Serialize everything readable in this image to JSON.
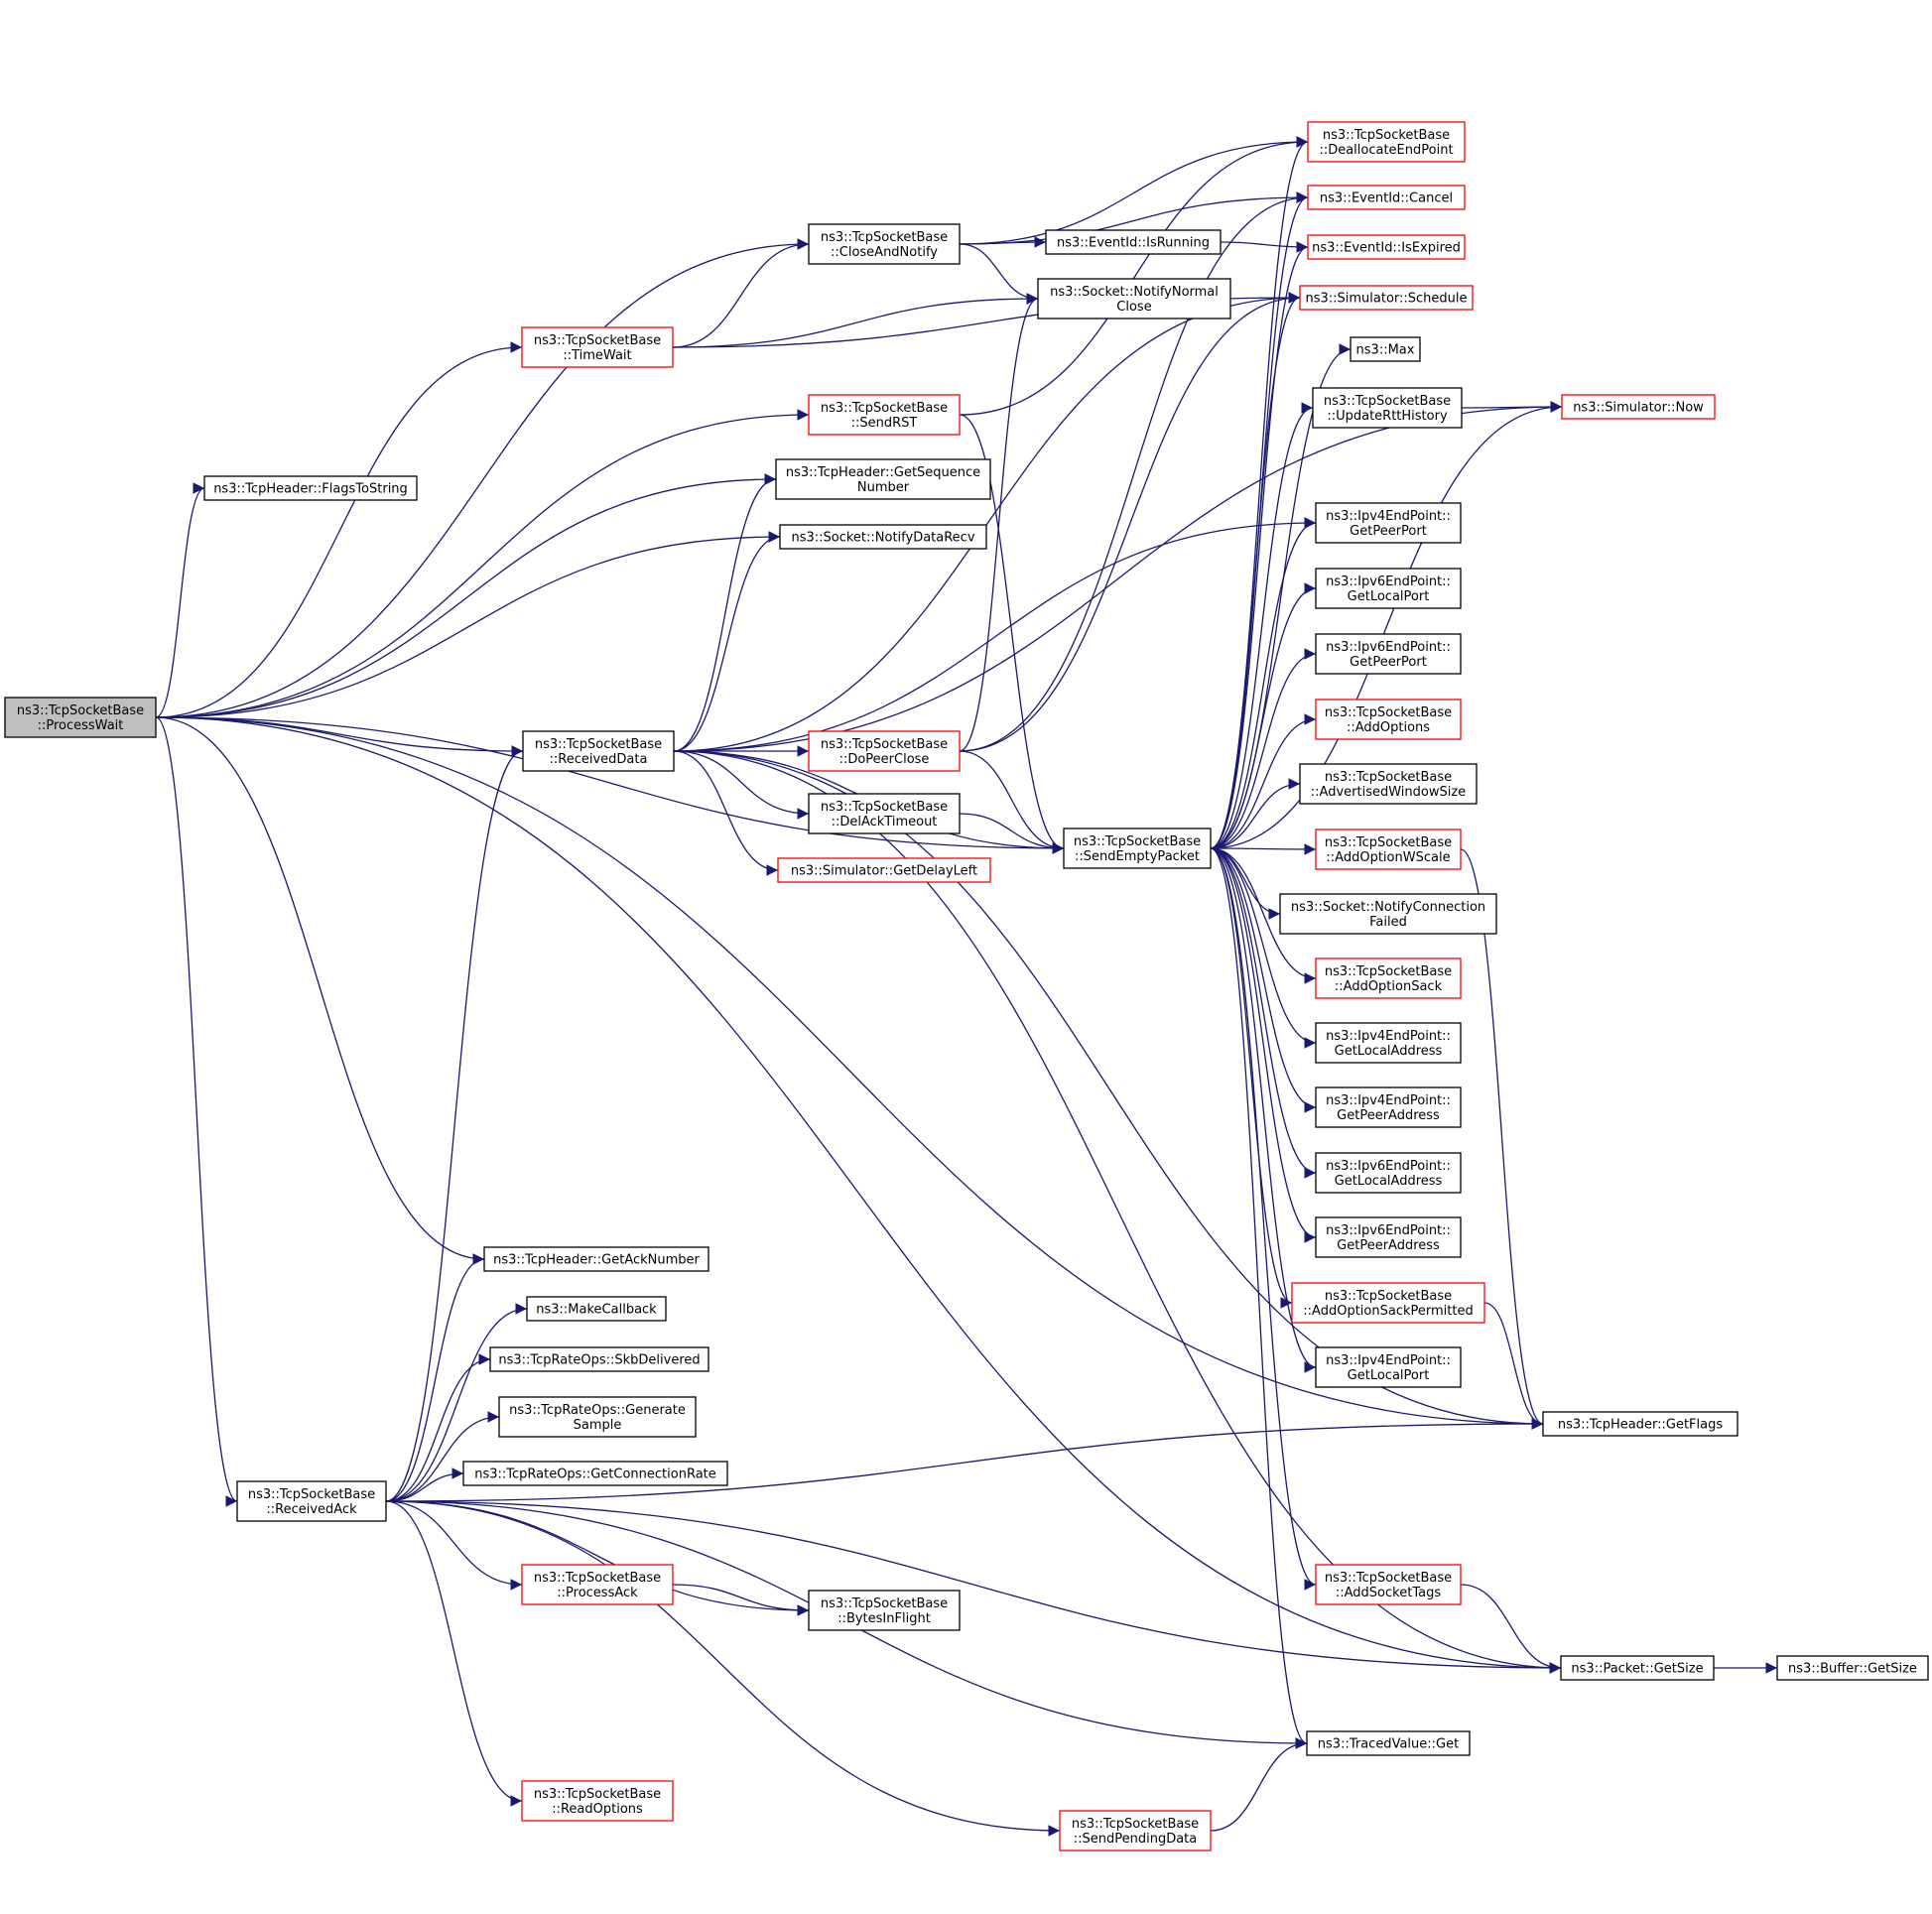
{
  "diagram": {
    "kind": "call-graph",
    "colors": {
      "edge": "#191970",
      "node_border_default": "#000000",
      "node_border_undocumented": "#ff0000",
      "root_fill": "#bfbfbf",
      "node_fill": "#ffffff"
    },
    "nodes": [
      {
        "id": "processwait",
        "lines": [
          "ns3::TcpSocketBase",
          "::ProcessWait"
        ],
        "style": "root"
      },
      {
        "id": "flagstostring",
        "lines": [
          "ns3::TcpHeader::FlagsToString"
        ],
        "style": "normal"
      },
      {
        "id": "timewait",
        "lines": [
          "ns3::TcpSocketBase",
          "::TimeWait"
        ],
        "style": "red"
      },
      {
        "id": "closeandnotify",
        "lines": [
          "ns3::TcpSocketBase",
          "::CloseAndNotify"
        ],
        "style": "normal"
      },
      {
        "id": "sendrst",
        "lines": [
          "ns3::TcpSocketBase",
          "::SendRST"
        ],
        "style": "red"
      },
      {
        "id": "getsequencenumber",
        "lines": [
          "ns3::TcpHeader::GetSequence",
          "Number"
        ],
        "style": "normal"
      },
      {
        "id": "notifydatarecv",
        "lines": [
          "ns3::Socket::NotifyDataRecv"
        ],
        "style": "normal"
      },
      {
        "id": "receiveddata",
        "lines": [
          "ns3::TcpSocketBase",
          "::ReceivedData"
        ],
        "style": "normal"
      },
      {
        "id": "dopeerclose",
        "lines": [
          "ns3::TcpSocketBase",
          "::DoPeerClose"
        ],
        "style": "red"
      },
      {
        "id": "delacktimeout",
        "lines": [
          "ns3::TcpSocketBase",
          "::DelAckTimeout"
        ],
        "style": "normal"
      },
      {
        "id": "getdelayleft",
        "lines": [
          "ns3::Simulator::GetDelayLeft"
        ],
        "style": "red"
      },
      {
        "id": "eventidisrunning",
        "lines": [
          "ns3::EventId::IsRunning"
        ],
        "style": "normal"
      },
      {
        "id": "notifynormalclose",
        "lines": [
          "ns3::Socket::NotifyNormal",
          "Close"
        ],
        "style": "normal"
      },
      {
        "id": "deallocateendpoint",
        "lines": [
          "ns3::TcpSocketBase",
          "::DeallocateEndPoint"
        ],
        "style": "red"
      },
      {
        "id": "eventidcancel",
        "lines": [
          "ns3::EventId::Cancel"
        ],
        "style": "red"
      },
      {
        "id": "eventidisexpired",
        "lines": [
          "ns3::EventId::IsExpired"
        ],
        "style": "red"
      },
      {
        "id": "simulatorschedule",
        "lines": [
          "ns3::Simulator::Schedule"
        ],
        "style": "red"
      },
      {
        "id": "max",
        "lines": [
          "ns3::Max"
        ],
        "style": "normal"
      },
      {
        "id": "updatertthistory",
        "lines": [
          "ns3::TcpSocketBase",
          "::UpdateRttHistory"
        ],
        "style": "normal"
      },
      {
        "id": "simulatornow",
        "lines": [
          "ns3::Simulator::Now"
        ],
        "style": "red"
      },
      {
        "id": "ipv4getpeerport",
        "lines": [
          "ns3::Ipv4EndPoint::",
          "GetPeerPort"
        ],
        "style": "normal"
      },
      {
        "id": "ipv6getlocalport",
        "lines": [
          "ns3::Ipv6EndPoint::",
          "GetLocalPort"
        ],
        "style": "normal"
      },
      {
        "id": "ipv6getpeerport",
        "lines": [
          "ns3::Ipv6EndPoint::",
          "GetPeerPort"
        ],
        "style": "normal"
      },
      {
        "id": "addoptions",
        "lines": [
          "ns3::TcpSocketBase",
          "::AddOptions"
        ],
        "style": "red"
      },
      {
        "id": "advertisedwindowsize",
        "lines": [
          "ns3::TcpSocketBase",
          "::AdvertisedWindowSize"
        ],
        "style": "normal"
      },
      {
        "id": "sendemptypacket",
        "lines": [
          "ns3::TcpSocketBase",
          "::SendEmptyPacket"
        ],
        "style": "normal"
      },
      {
        "id": "addoptionwscale",
        "lines": [
          "ns3::TcpSocketBase",
          "::AddOptionWScale"
        ],
        "style": "red"
      },
      {
        "id": "notifyconnectionfailed",
        "lines": [
          "ns3::Socket::NotifyConnection",
          "Failed"
        ],
        "style": "normal"
      },
      {
        "id": "addoptionsack",
        "lines": [
          "ns3::TcpSocketBase",
          "::AddOptionSack"
        ],
        "style": "red"
      },
      {
        "id": "ipv4getlocaladdress",
        "lines": [
          "ns3::Ipv4EndPoint::",
          "GetLocalAddress"
        ],
        "style": "normal"
      },
      {
        "id": "ipv4getpeeraddress",
        "lines": [
          "ns3::Ipv4EndPoint::",
          "GetPeerAddress"
        ],
        "style": "normal"
      },
      {
        "id": "ipv6getlocaladdress",
        "lines": [
          "ns3::Ipv6EndPoint::",
          "GetLocalAddress"
        ],
        "style": "normal"
      },
      {
        "id": "ipv6getpeeraddress",
        "lines": [
          "ns3::Ipv6EndPoint::",
          "GetPeerAddress"
        ],
        "style": "normal"
      },
      {
        "id": "addoptionsackpermitted",
        "lines": [
          "ns3::TcpSocketBase",
          "::AddOptionSackPermitted"
        ],
        "style": "red"
      },
      {
        "id": "ipv4getlocalport",
        "lines": [
          "ns3::Ipv4EndPoint::",
          "GetLocalPort"
        ],
        "style": "normal"
      },
      {
        "id": "getflags",
        "lines": [
          "ns3::TcpHeader::GetFlags"
        ],
        "style": "normal"
      },
      {
        "id": "getacknumber",
        "lines": [
          "ns3::TcpHeader::GetAckNumber"
        ],
        "style": "normal"
      },
      {
        "id": "makecallback",
        "lines": [
          "ns3::MakeCallback"
        ],
        "style": "normal"
      },
      {
        "id": "skbdelivered",
        "lines": [
          "ns3::TcpRateOps::SkbDelivered"
        ],
        "style": "normal"
      },
      {
        "id": "generatesample",
        "lines": [
          "ns3::TcpRateOps::Generate",
          "Sample"
        ],
        "style": "normal"
      },
      {
        "id": "getconnectionrate",
        "lines": [
          "ns3::TcpRateOps::GetConnectionRate"
        ],
        "style": "normal"
      },
      {
        "id": "receivedack",
        "lines": [
          "ns3::TcpSocketBase",
          "::ReceivedAck"
        ],
        "style": "normal"
      },
      {
        "id": "processack",
        "lines": [
          "ns3::TcpSocketBase",
          "::ProcessAck"
        ],
        "style": "red"
      },
      {
        "id": "bytesinflight",
        "lines": [
          "ns3::TcpSocketBase",
          "::BytesInFlight"
        ],
        "style": "normal"
      },
      {
        "id": "addsockettags",
        "lines": [
          "ns3::TcpSocketBase",
          "::AddSocketTags"
        ],
        "style": "red"
      },
      {
        "id": "packetgetsize",
        "lines": [
          "ns3::Packet::GetSize"
        ],
        "style": "normal"
      },
      {
        "id": "buffergetsize",
        "lines": [
          "ns3::Buffer::GetSize"
        ],
        "style": "normal"
      },
      {
        "id": "tracedvalueget",
        "lines": [
          "ns3::TracedValue::Get"
        ],
        "style": "normal"
      },
      {
        "id": "readoptions",
        "lines": [
          "ns3::TcpSocketBase",
          "::ReadOptions"
        ],
        "style": "red"
      },
      {
        "id": "sendpendingdata",
        "lines": [
          "ns3::TcpSocketBase",
          "::SendPendingData"
        ],
        "style": "red"
      }
    ],
    "edges": [
      [
        "processwait",
        "closeandnotify"
      ],
      [
        "processwait",
        "flagstostring"
      ],
      [
        "processwait",
        "timewait"
      ],
      [
        "processwait",
        "sendrst"
      ],
      [
        "processwait",
        "getsequencenumber"
      ],
      [
        "processwait",
        "notifydatarecv"
      ],
      [
        "processwait",
        "receiveddata"
      ],
      [
        "processwait",
        "sendemptypacket"
      ],
      [
        "processwait",
        "getflags"
      ],
      [
        "processwait",
        "getacknumber"
      ],
      [
        "processwait",
        "receivedack"
      ],
      [
        "processwait",
        "packetgetsize"
      ],
      [
        "timewait",
        "closeandnotify"
      ],
      [
        "timewait",
        "notifynormalclose"
      ],
      [
        "timewait",
        "simulatorschedule"
      ],
      [
        "closeandnotify",
        "deallocateendpoint"
      ],
      [
        "closeandnotify",
        "eventidcancel"
      ],
      [
        "closeandnotify",
        "eventidisrunning"
      ],
      [
        "closeandnotify",
        "notifynormalclose"
      ],
      [
        "eventidisrunning",
        "eventidisexpired"
      ],
      [
        "sendrst",
        "deallocateendpoint"
      ],
      [
        "sendrst",
        "sendemptypacket"
      ],
      [
        "receiveddata",
        "simulatornow"
      ],
      [
        "receiveddata",
        "getsequencenumber"
      ],
      [
        "receiveddata",
        "notifydatarecv"
      ],
      [
        "receiveddata",
        "simulatorschedule"
      ],
      [
        "receiveddata",
        "dopeerclose"
      ],
      [
        "receiveddata",
        "delacktimeout"
      ],
      [
        "receiveddata",
        "getdelayleft"
      ],
      [
        "receiveddata",
        "sendemptypacket"
      ],
      [
        "receiveddata",
        "getflags"
      ],
      [
        "receiveddata",
        "packetgetsize"
      ],
      [
        "receiveddata",
        "ipv4getpeerport"
      ],
      [
        "dopeerclose",
        "notifynormalclose"
      ],
      [
        "dopeerclose",
        "simulatorschedule"
      ],
      [
        "dopeerclose",
        "eventidcancel"
      ],
      [
        "dopeerclose",
        "sendemptypacket"
      ],
      [
        "delacktimeout",
        "sendemptypacket"
      ],
      [
        "updatertthistory",
        "simulatornow"
      ],
      [
        "sendemptypacket",
        "deallocateendpoint"
      ],
      [
        "sendemptypacket",
        "eventidcancel"
      ],
      [
        "sendemptypacket",
        "eventidisexpired"
      ],
      [
        "sendemptypacket",
        "simulatorschedule"
      ],
      [
        "sendemptypacket",
        "max"
      ],
      [
        "sendemptypacket",
        "updatertthistory"
      ],
      [
        "sendemptypacket",
        "simulatornow"
      ],
      [
        "sendemptypacket",
        "ipv4getpeerport"
      ],
      [
        "sendemptypacket",
        "ipv6getlocalport"
      ],
      [
        "sendemptypacket",
        "ipv6getpeerport"
      ],
      [
        "sendemptypacket",
        "addoptions"
      ],
      [
        "sendemptypacket",
        "advertisedwindowsize"
      ],
      [
        "sendemptypacket",
        "addoptionwscale"
      ],
      [
        "sendemptypacket",
        "notifyconnectionfailed"
      ],
      [
        "sendemptypacket",
        "addoptionsack"
      ],
      [
        "sendemptypacket",
        "ipv4getlocaladdress"
      ],
      [
        "sendemptypacket",
        "ipv4getpeeraddress"
      ],
      [
        "sendemptypacket",
        "ipv6getlocaladdress"
      ],
      [
        "sendemptypacket",
        "ipv6getpeeraddress"
      ],
      [
        "sendemptypacket",
        "addoptionsackpermitted"
      ],
      [
        "sendemptypacket",
        "ipv4getlocalport"
      ],
      [
        "sendemptypacket",
        "addsockettags"
      ],
      [
        "sendemptypacket",
        "tracedvalueget"
      ],
      [
        "addoptionwscale",
        "getflags"
      ],
      [
        "addoptionsackpermitted",
        "getflags"
      ],
      [
        "addsockettags",
        "packetgetsize"
      ],
      [
        "packetgetsize",
        "buffergetsize"
      ],
      [
        "receivedack",
        "receiveddata"
      ],
      [
        "receivedack",
        "getacknumber"
      ],
      [
        "receivedack",
        "makecallback"
      ],
      [
        "receivedack",
        "skbdelivered"
      ],
      [
        "receivedack",
        "generatesample"
      ],
      [
        "receivedack",
        "getconnectionrate"
      ],
      [
        "receivedack",
        "getflags"
      ],
      [
        "receivedack",
        "processack"
      ],
      [
        "receivedack",
        "bytesinflight"
      ],
      [
        "receivedack",
        "packetgetsize"
      ],
      [
        "receivedack",
        "tracedvalueget"
      ],
      [
        "receivedack",
        "readoptions"
      ],
      [
        "receivedack",
        "sendpendingdata"
      ],
      [
        "processack",
        "bytesinflight"
      ],
      [
        "sendpendingdata",
        "tracedvalueget"
      ]
    ]
  }
}
